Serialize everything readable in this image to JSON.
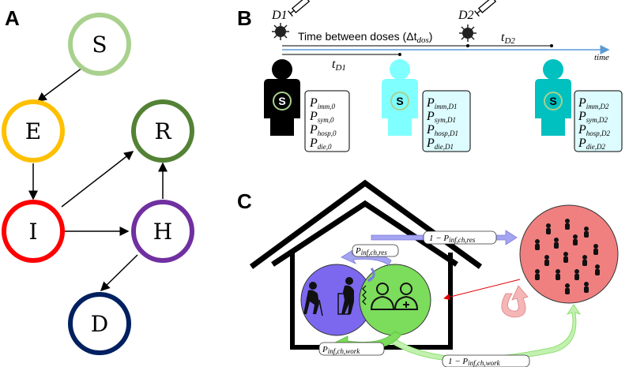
{
  "panels": {
    "a": "A",
    "b": "B",
    "c": "C"
  },
  "seihrd": {
    "nodes": [
      {
        "id": "S",
        "label": "S",
        "color": "#a9d18e"
      },
      {
        "id": "E",
        "label": "E",
        "color": "#ffc000"
      },
      {
        "id": "R",
        "label": "R",
        "color": "#548235"
      },
      {
        "id": "I",
        "label": "I",
        "color": "#ff0000"
      },
      {
        "id": "H",
        "label": "H",
        "color": "#7030a0"
      },
      {
        "id": "D",
        "label": "D",
        "color": "#002060"
      }
    ]
  },
  "timeline": {
    "dose1": "D1",
    "dose2": "D2",
    "between": "Time between doses (Δt",
    "between_sub": "dos",
    "between_close": ")",
    "tD1": "t",
    "tD1_sub": "D1",
    "tD2": "t",
    "tD2_sub": "D2",
    "time_label": "time",
    "s_label": "S",
    "colors": {
      "axis": "#5b9bd5",
      "p0": "#000000",
      "p1": "#7fffff",
      "p2": "#00c0c0"
    },
    "boxes": [
      {
        "lines": [
          "P",
          "P",
          "P",
          "P"
        ],
        "subs": [
          "imm,0",
          "sym,0",
          "hosp,0",
          "die,0"
        ]
      },
      {
        "lines": [
          "P",
          "P",
          "P",
          "P"
        ],
        "subs": [
          "imm,D1",
          "sym,D1",
          "hosp,D1",
          "die,D1"
        ]
      },
      {
        "lines": [
          "P",
          "P",
          "P",
          "P"
        ],
        "subs": [
          "imm,D2",
          "sym,D2",
          "hosp,D2",
          "die,D2"
        ]
      }
    ]
  },
  "carehome": {
    "res_label": "1 − P",
    "res_sub": "inf,ch,res",
    "inf_res": "P",
    "inf_res_sub": "inf,ch,res",
    "inf_work": "P",
    "inf_work_sub": "inf,ch,work",
    "work_label": "1 − P",
    "work_sub": "inf,ch,work",
    "colors": {
      "residents": "#7b68ee",
      "workers": "#7cdc5c",
      "community": "#f08080"
    }
  }
}
